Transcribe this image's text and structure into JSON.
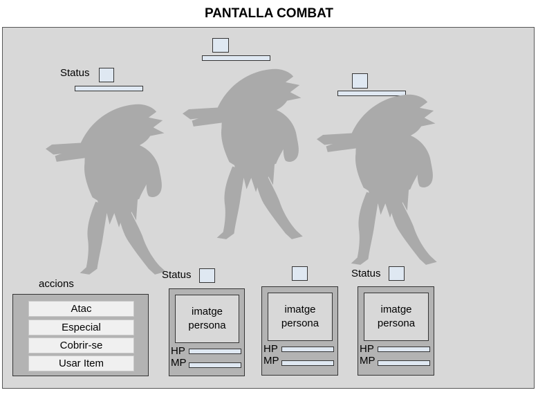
{
  "title": "PANTALLA COMBAT",
  "enemies": {
    "status_label": "Status"
  },
  "actions": {
    "label": "accions",
    "buttons": [
      "Atac",
      "Especial",
      "Cobrir-se",
      "Usar Item"
    ]
  },
  "party": {
    "status_label": "Status",
    "portrait_text": "imatge persona",
    "hp_label": "HP",
    "mp_label": "MP"
  },
  "colors": {
    "stage_bg": "#d8d8d8",
    "panel_bg": "#b3b3b3",
    "bar_fill": "#dfe8f2",
    "silhouette": "#aaaaaa"
  },
  "icons": [
    "orc-warrior-silhouette"
  ]
}
